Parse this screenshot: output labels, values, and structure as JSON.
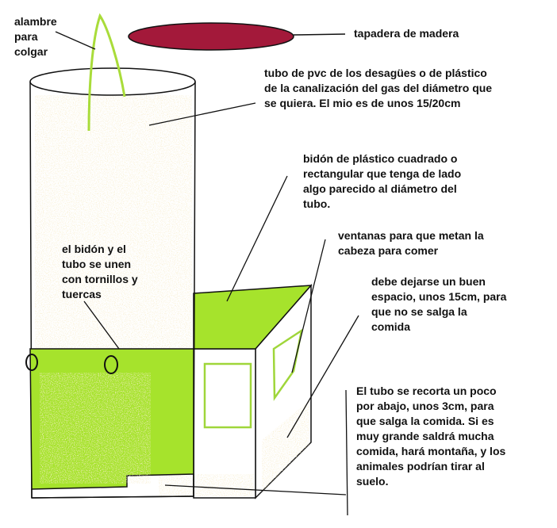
{
  "labels": {
    "hanging_wire": "alambre\npara\ncolgar",
    "wooden_lid": "tapadera de madera",
    "pvc_tube": "tubo de pvc de los desagües o de plástico\nde la canalización del gas del diámetro que\nse quiera. El mio es de unos 15/20cm",
    "plastic_drum": "bidón de plástico cuadrado o\nrectangular que tenga de lado\nalgo parecido al diámetro del\ntubo.",
    "windows": "ventanas para que metan la\ncabeza para comer",
    "joined_with_bolts": "el bidón y el\ntubo se unen\ncon tornillos y\ntuercas",
    "leave_space": "debe dejarse un buen\nespacio, unos 15cm, para\nque no se salga la\ncomida",
    "tube_cut": "El tubo se recorta un poco\npor abajo, unos 3cm, para\nque salga la comida. Si es\nmuy grande saldrá mucha\ncomida, hará montaña, y los\nanimales podrían tirar al\nsuelo."
  },
  "colors": {
    "drum_green": "#a6e32c",
    "lid_red": "#a3193a",
    "wire_green": "#a9dc3a",
    "window_outline": "#9fd63a",
    "feed_speckle": "#e8d9a8",
    "ink": "#111111"
  }
}
